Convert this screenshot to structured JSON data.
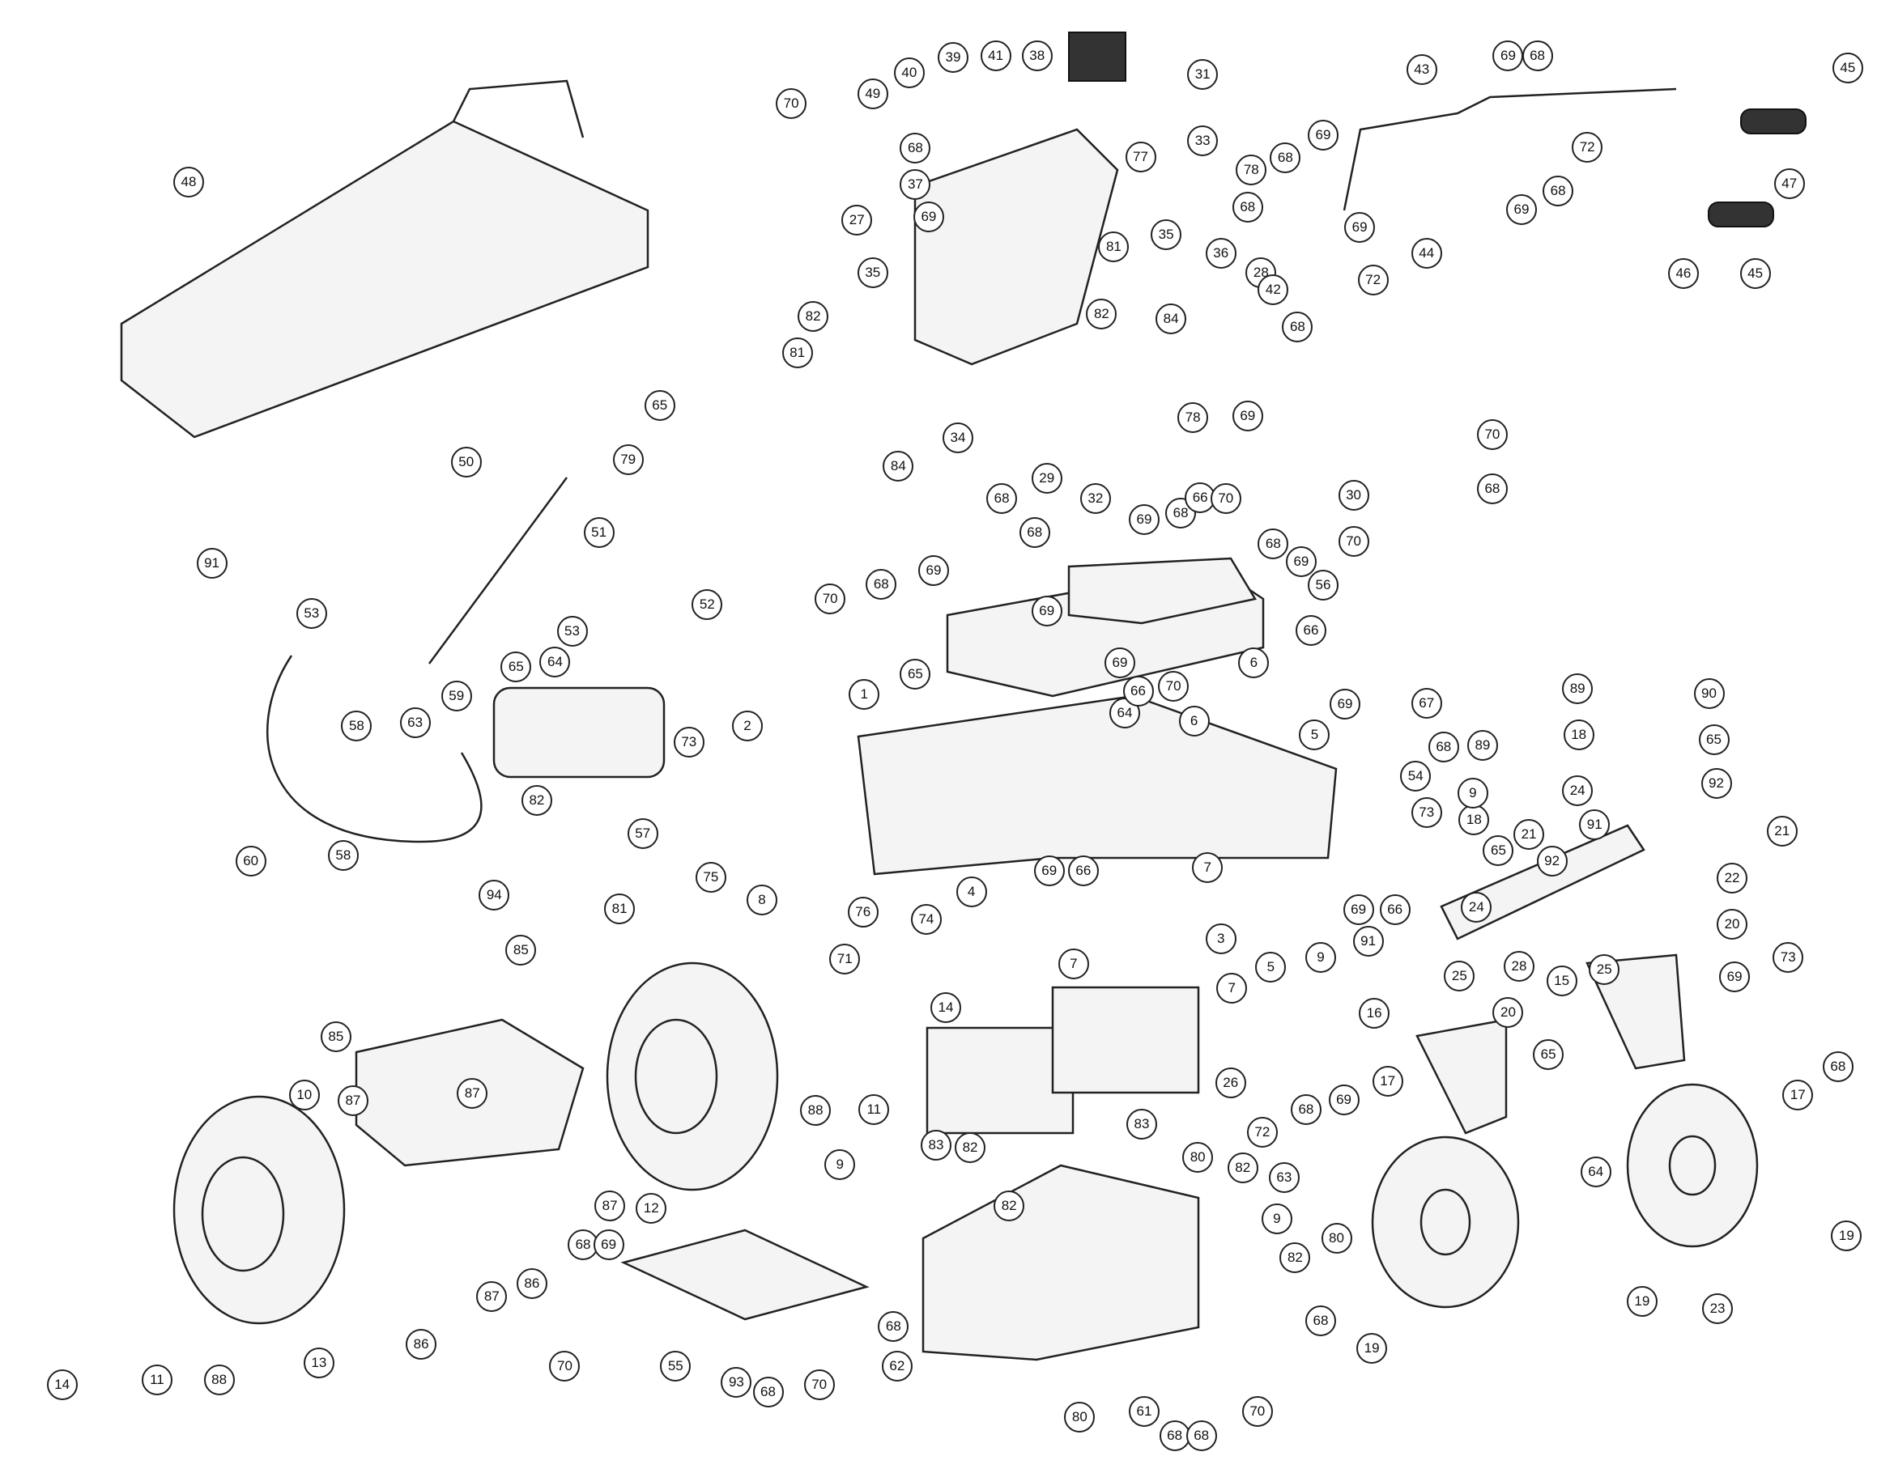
{
  "diagram": {
    "type": "exploded-parts-diagram",
    "callouts": [
      "48",
      "70",
      "49",
      "40",
      "39",
      "41",
      "38",
      "31",
      "68",
      "37",
      "69",
      "33",
      "27",
      "77",
      "78",
      "35",
      "36",
      "81",
      "82",
      "84",
      "28",
      "35",
      "82",
      "81",
      "84",
      "34",
      "29",
      "32",
      "78",
      "42",
      "69",
      "68",
      "70",
      "68",
      "30",
      "70",
      "43",
      "69",
      "68",
      "45",
      "47",
      "72",
      "68",
      "69",
      "44",
      "69",
      "68",
      "68",
      "69",
      "72",
      "46",
      "45",
      "50",
      "65",
      "79",
      "91",
      "51",
      "53",
      "65",
      "64",
      "53",
      "52",
      "58",
      "63",
      "59",
      "60",
      "58",
      "57",
      "82",
      "94",
      "81",
      "73",
      "2",
      "75",
      "8",
      "76",
      "74",
      "1",
      "70",
      "68",
      "69",
      "65",
      "64",
      "69",
      "66",
      "68",
      "68",
      "69",
      "69",
      "68",
      "66",
      "70",
      "68",
      "69",
      "56",
      "66",
      "70",
      "6",
      "6",
      "69",
      "67",
      "68",
      "5",
      "89",
      "54",
      "73",
      "5",
      "9",
      "69",
      "66",
      "7",
      "3",
      "4",
      "69",
      "66",
      "71",
      "7",
      "7",
      "14",
      "26",
      "88",
      "11",
      "12",
      "85",
      "85",
      "87",
      "10",
      "87",
      "87",
      "87",
      "86",
      "86",
      "13",
      "14",
      "11",
      "88",
      "68",
      "69",
      "70",
      "55",
      "93",
      "68",
      "70",
      "68",
      "62",
      "83",
      "82",
      "83",
      "80",
      "82",
      "63",
      "82",
      "9",
      "82",
      "80",
      "68",
      "61",
      "68",
      "68",
      "70",
      "80",
      "9",
      "72",
      "68",
      "69",
      "17",
      "19",
      "19",
      "23",
      "19",
      "64",
      "65",
      "16",
      "20",
      "25",
      "28",
      "15",
      "25",
      "22",
      "20",
      "24",
      "91",
      "92",
      "21",
      "18",
      "65",
      "9",
      "89",
      "90",
      "18",
      "65",
      "24",
      "92",
      "91",
      "21",
      "69",
      "73",
      "68",
      "17"
    ]
  }
}
